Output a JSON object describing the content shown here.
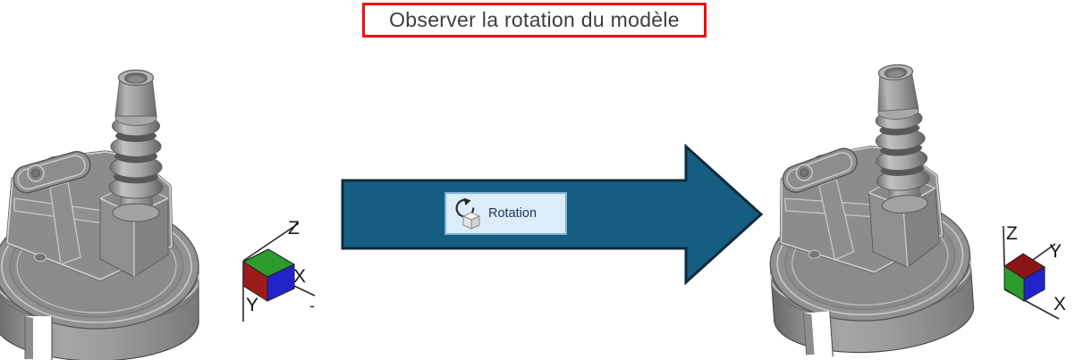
{
  "title": {
    "text": "Observer la rotation du modèle"
  },
  "rotation_button": {
    "label": "Rotation"
  },
  "axis_triad_left": {
    "z_label": "Z",
    "x_label": "X",
    "y_label": "Y",
    "stray_mark": "-"
  },
  "axis_triad_right": {
    "z_label": "Z",
    "x_label": "X",
    "y_label": "Y"
  },
  "colors": {
    "title_border": "#ee1111",
    "arrow_fill": "#155e81",
    "arrow_outline": "#0e2b3d",
    "button_background": "#dcedf9",
    "button_border": "#7fb0da",
    "button_text": "#1e3560",
    "cube_green": "#2c9a2c",
    "cube_red": "#9e1b1b",
    "cube_dark_red": "#8c1616",
    "cube_blue": "#2323cb",
    "model_gray": "#8f8f8f"
  }
}
